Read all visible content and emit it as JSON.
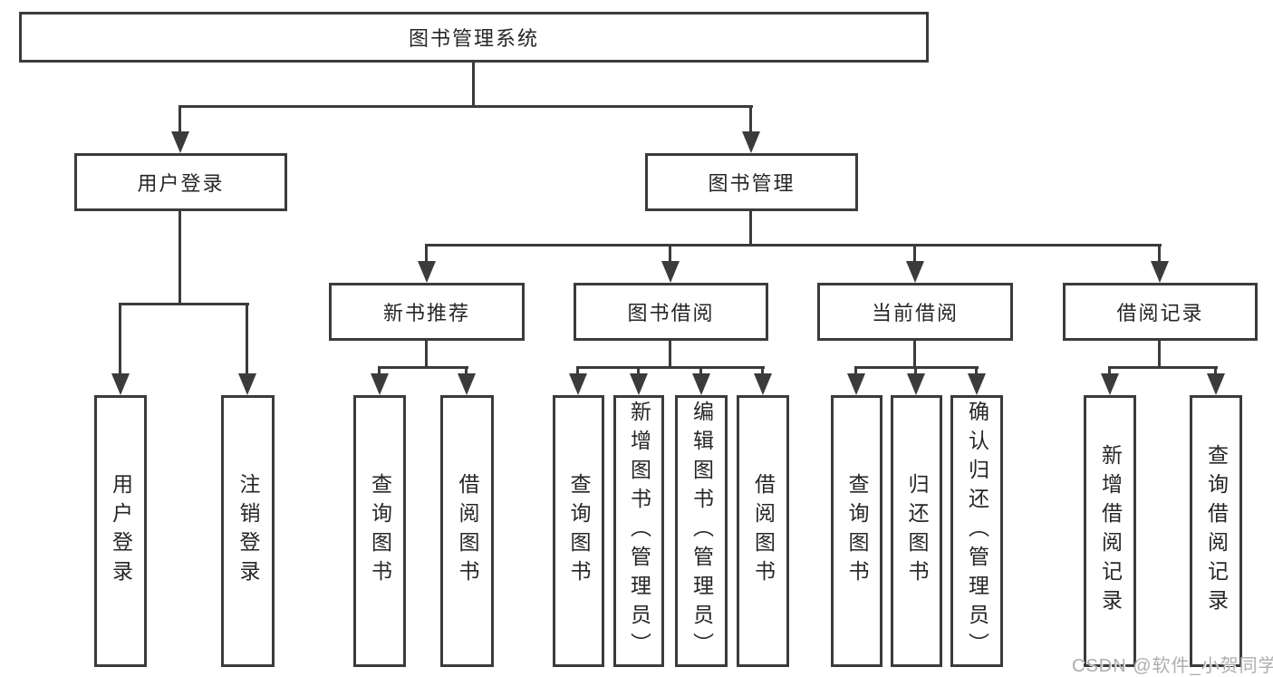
{
  "diagram": {
    "root": {
      "label": "图书管理系统"
    },
    "level2": [
      {
        "label": "用户登录",
        "children": [
          "用户登录",
          "注销登录"
        ]
      },
      {
        "label": "图书管理"
      }
    ],
    "level3": [
      {
        "label": "新书推荐",
        "children": [
          "查询图书",
          "借阅图书"
        ]
      },
      {
        "label": "图书借阅",
        "children": [
          "查询图书",
          "新增图书（管理员）",
          "编辑图书（管理员）",
          "借阅图书"
        ]
      },
      {
        "label": "当前借阅",
        "children": [
          "查询图书",
          "归还图书",
          "确认归还（管理员）"
        ]
      },
      {
        "label": "借阅记录",
        "children": [
          "新增借阅记录",
          "查询借阅记录"
        ]
      }
    ],
    "watermark": "CSDN @软件_小贺同学",
    "colors": {
      "line": "#3b3b3b",
      "box_border": "#3b3b3b",
      "text": "#262626",
      "watermark_text": "#aeaeae",
      "background": "#ffffff"
    }
  }
}
